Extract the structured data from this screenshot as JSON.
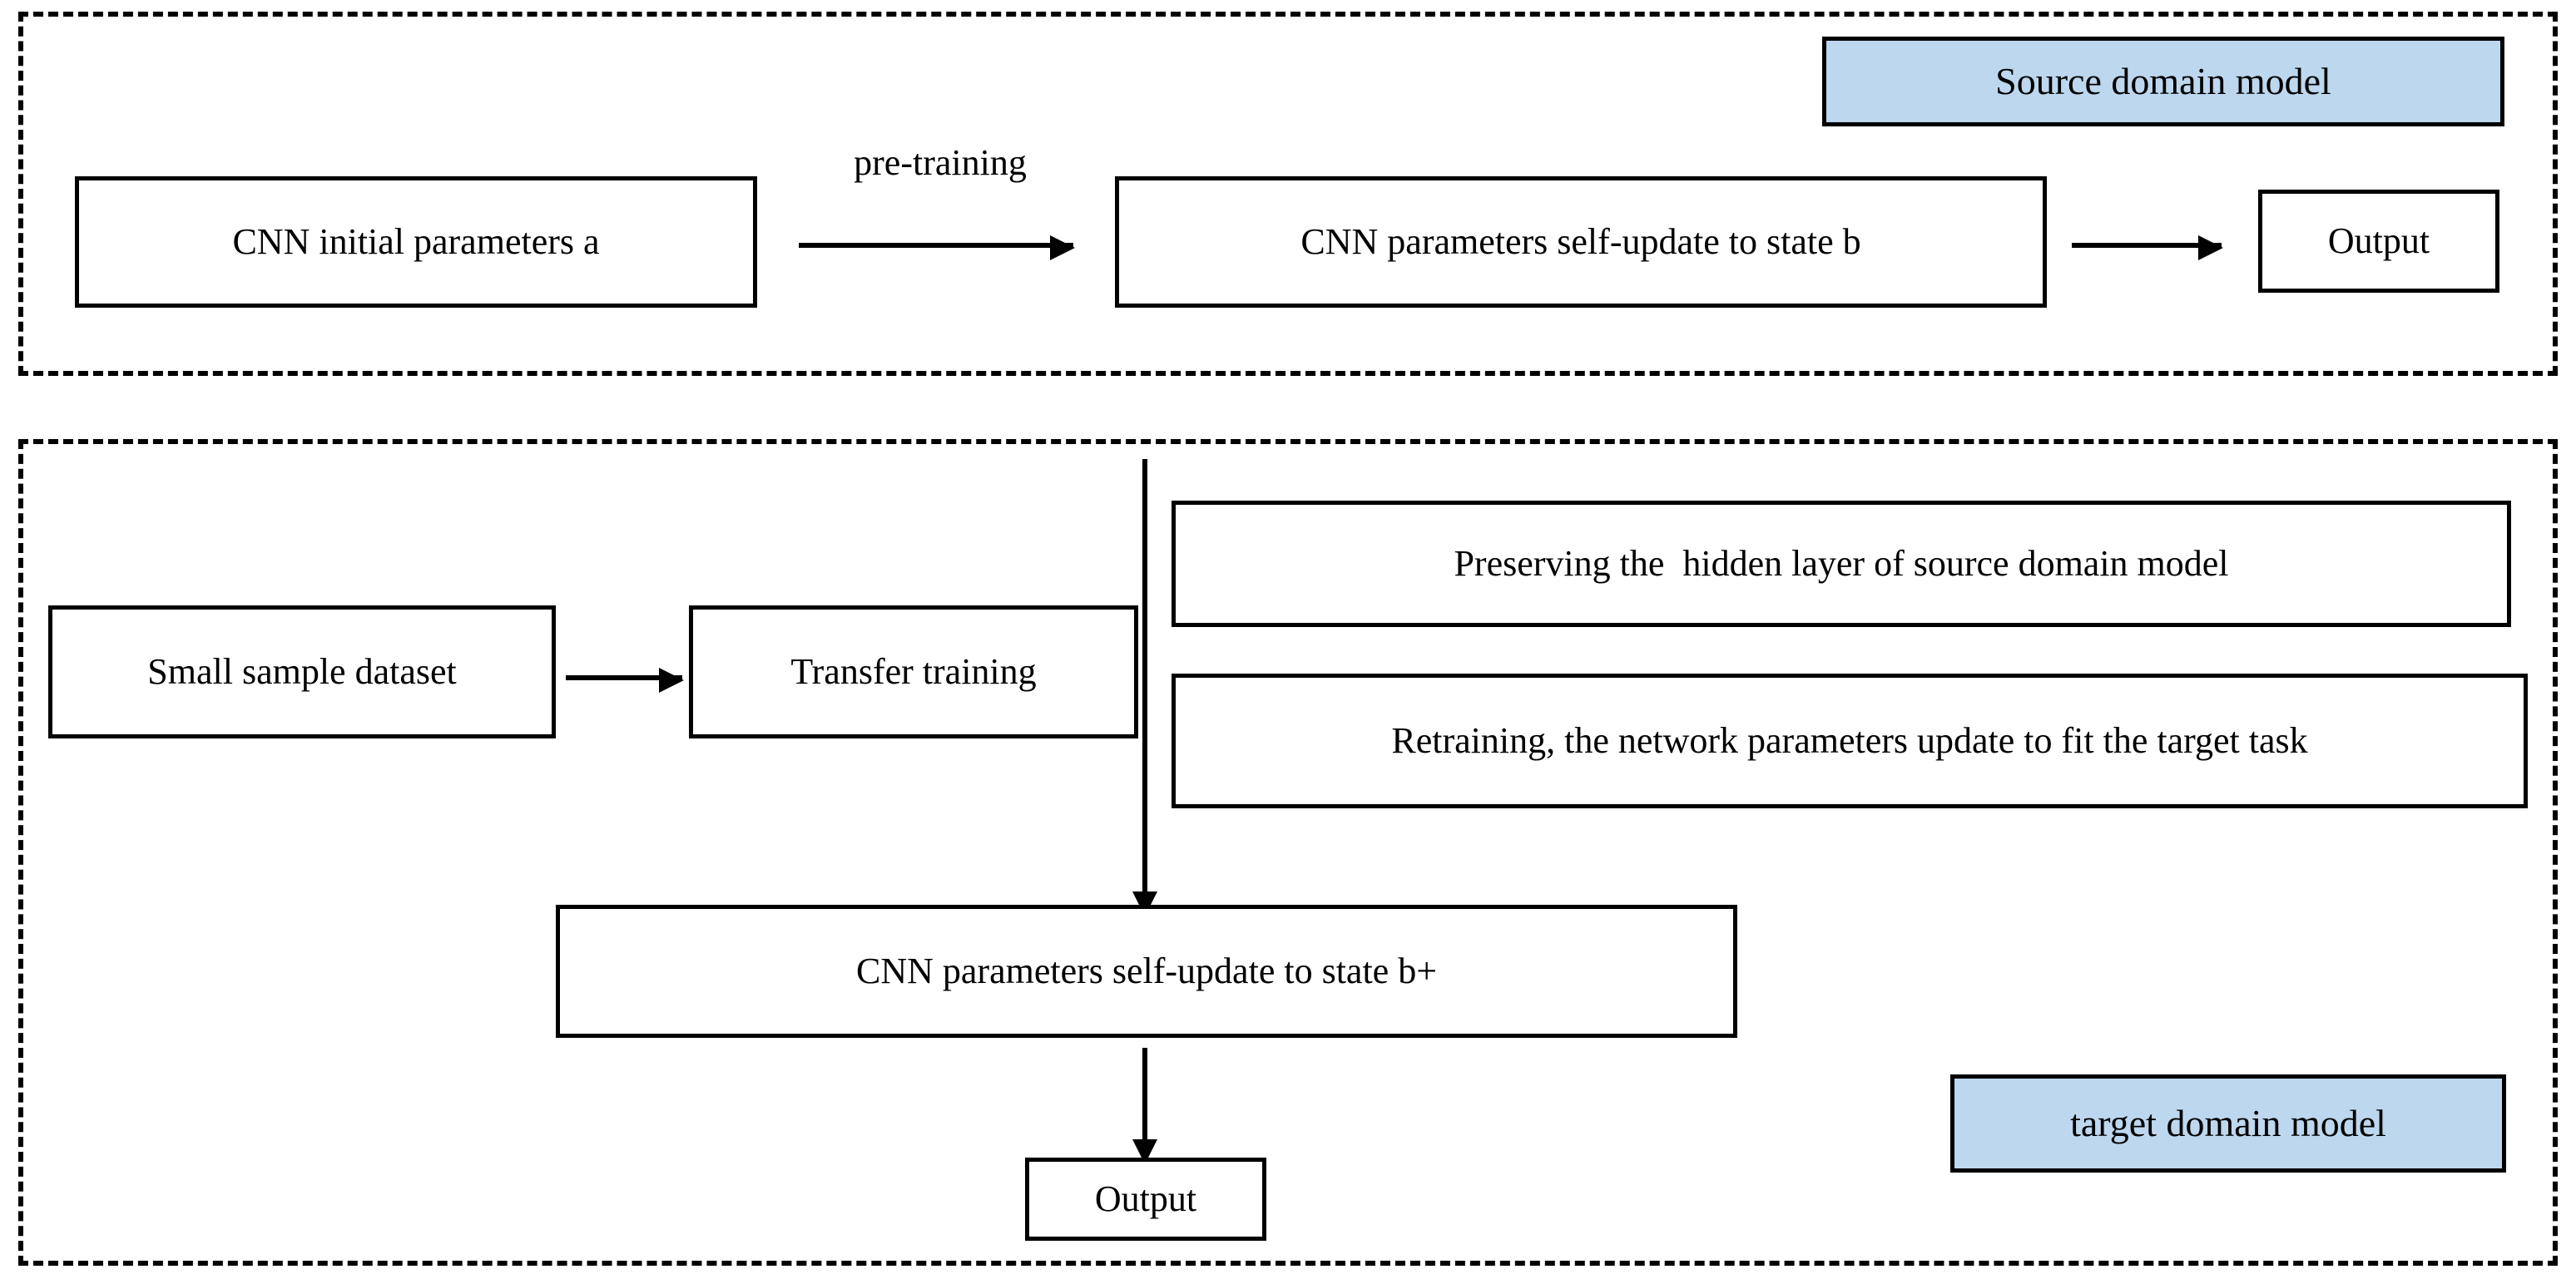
{
  "diagram": {
    "title": "Transfer learning from source domain model to target domain model",
    "accent_blue": "#bdd7ee",
    "line_color": "#000000",
    "background": "#ffffff"
  },
  "sections": [
    {
      "id": "source-domain-section",
      "name": "Source domain (pre-training) section",
      "border_style": "dashed"
    },
    {
      "id": "target-domain-section",
      "name": "Target domain (transfer training) section",
      "border_style": "dashed"
    }
  ],
  "source_section": {
    "model_badge": "Source domain model",
    "initial_params_box": "CNN initial parameters a",
    "pre_training_label": "pre-training",
    "self_update_box": "CNN parameters self-update to state b",
    "output_box": "Output"
  },
  "target_section": {
    "dataset_box": "Small sample dataset",
    "transfer_training_box": "Transfer training",
    "preserve_box": "Preserving the  hidden layer of source domain model",
    "retrain_box": "Retraining, the network parameters update to fit the target task",
    "self_update_box": "CNN parameters self-update to state b+",
    "output_box": "Output",
    "model_badge": "target domain model"
  },
  "connectors": [
    {
      "name": "pre-training-arrow",
      "direction": "right"
    },
    {
      "name": "state-b-to-output-arrow",
      "direction": "right"
    },
    {
      "name": "dataset-to-transfer-arrow",
      "direction": "right"
    },
    {
      "name": "transfer-to-state-bplus-arrow",
      "direction": "down"
    },
    {
      "name": "state-bplus-to-output-arrow",
      "direction": "down"
    }
  ]
}
